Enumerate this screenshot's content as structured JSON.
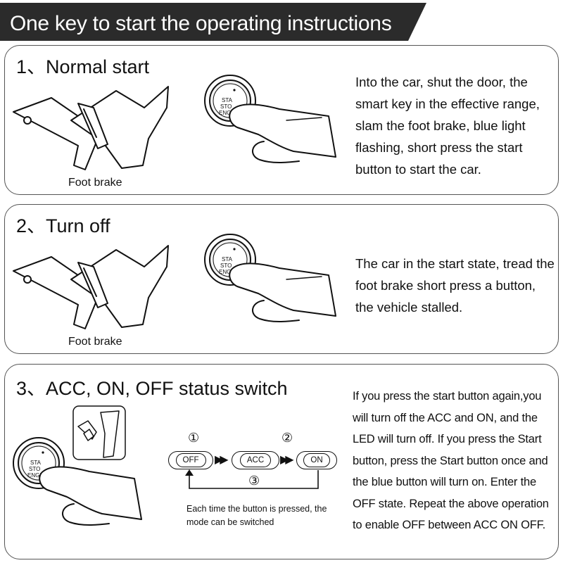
{
  "header": {
    "title": "One key to start the operating instructions"
  },
  "sections": [
    {
      "title": "1、Normal start",
      "caption": "Foot brake",
      "button_text": [
        "STA",
        "STO",
        "ENGI"
      ],
      "description": "Into the car, shut the door, the smart key in the effective range, slam the foot brake, blue light flashing, short press the start button to start the car."
    },
    {
      "title": "2、Turn off",
      "caption": "Foot brake",
      "button_text": [
        "STA",
        "STO",
        "ENGI"
      ],
      "description": "The car in the start state, tread the foot brake short press a button, the vehicle stalled."
    },
    {
      "title": "3、ACC, ON, OFF status switch",
      "button_text": [
        "STA",
        "STO",
        "ENGI"
      ],
      "description": "If you press the start button again,you will turn off the ACC and ON, and the LED will turn off. If you press the Start button, press the Start button once and the blue button will turn on. Enter the OFF state. Repeat the above operation to enable OFF between ACC ON OFF."
    }
  ],
  "flow": {
    "states": [
      "OFF",
      "ACC",
      "ON"
    ],
    "steps": [
      "①",
      "②",
      "③"
    ],
    "note": "Each time the button is pressed, the mode can be switched"
  },
  "icons": [
    "foot-brake-pedal-icon",
    "start-button-icon",
    "finger-press-icon",
    "arrow-right-icon"
  ],
  "colors": {
    "banner": "#2b2b2b",
    "banner_text": "#ffffff",
    "panel_border": "#555555"
  }
}
